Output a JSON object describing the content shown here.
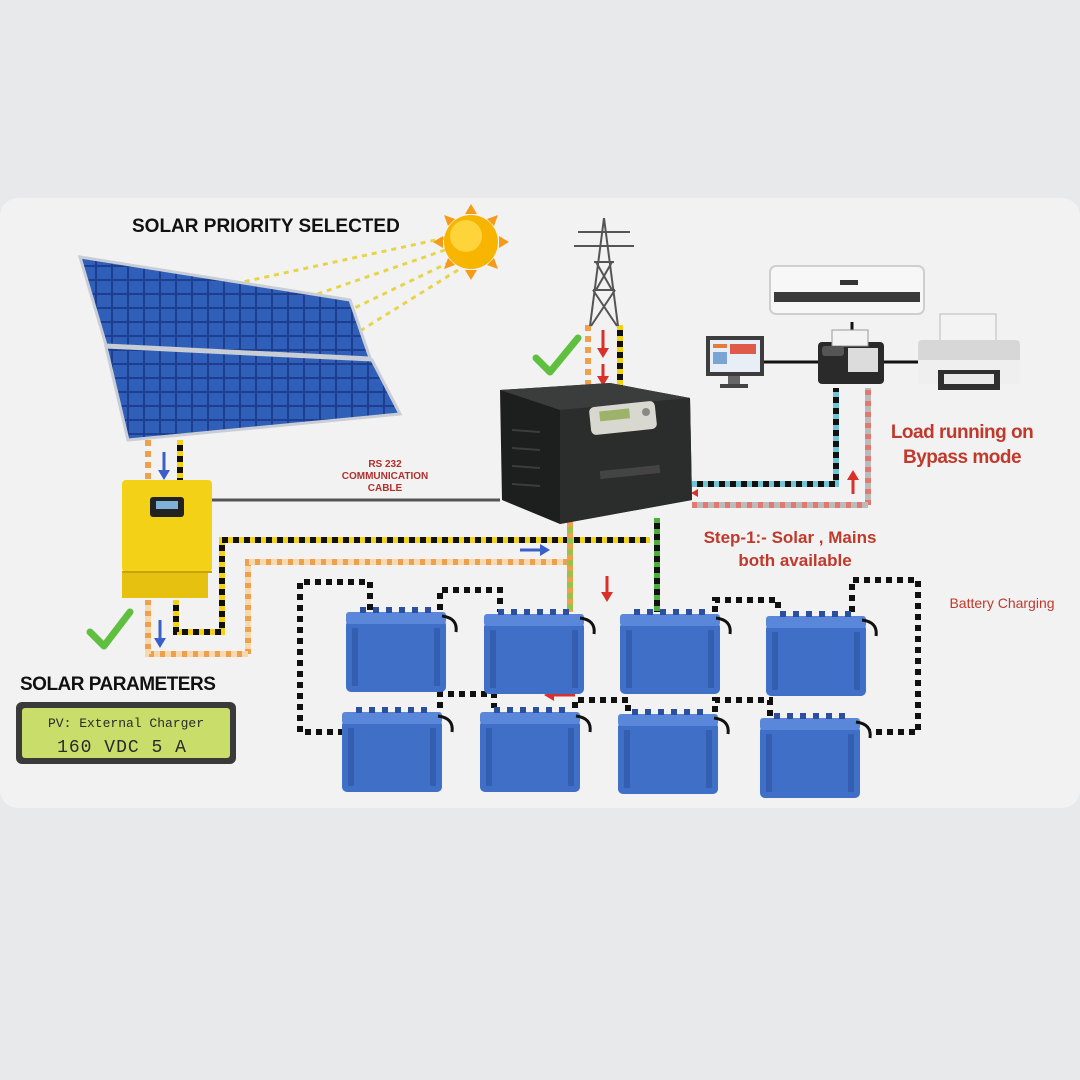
{
  "labels": {
    "solar_priority": "SOLAR PRIORITY SELECTED",
    "rs232_line1": "RS 232",
    "rs232_line2": "COMMUNICATION",
    "rs232_line3": "CABLE",
    "load_line1": "Load running on",
    "load_line2": "Bypass mode",
    "step_line1": "Step-1:- Solar , Mains",
    "step_line2": "both available",
    "battery_charging": "Battery Charging",
    "solar_parameters": "SOLAR PARAMETERS"
  },
  "lcd": {
    "line1": "PV: External Charger",
    "line2": "160 VDC 5 A"
  },
  "colors": {
    "background": "#e8e9ea",
    "panel": "#f2f2f3",
    "red_text": "#c0392b",
    "black_text": "#111111",
    "lcd_bg": "#c9dd6a",
    "battery_blue": "#3f6fc6",
    "charger_yellow": "#f2d117",
    "sun": "#f7b500",
    "check_green": "#4caf3a"
  },
  "icons": {
    "sun": "sun-icon",
    "solar_panel": "solar-panel-icon",
    "tower": "transmission-tower-icon",
    "inverter": "inverter-icon",
    "charger": "solar-charge-controller-icon",
    "air_conditioner": "air-conditioner-icon",
    "computer": "computer-monitor-icon",
    "fax": "fax-machine-icon",
    "printer": "printer-icon",
    "battery": "battery-icon",
    "check": "check-mark-icon"
  }
}
